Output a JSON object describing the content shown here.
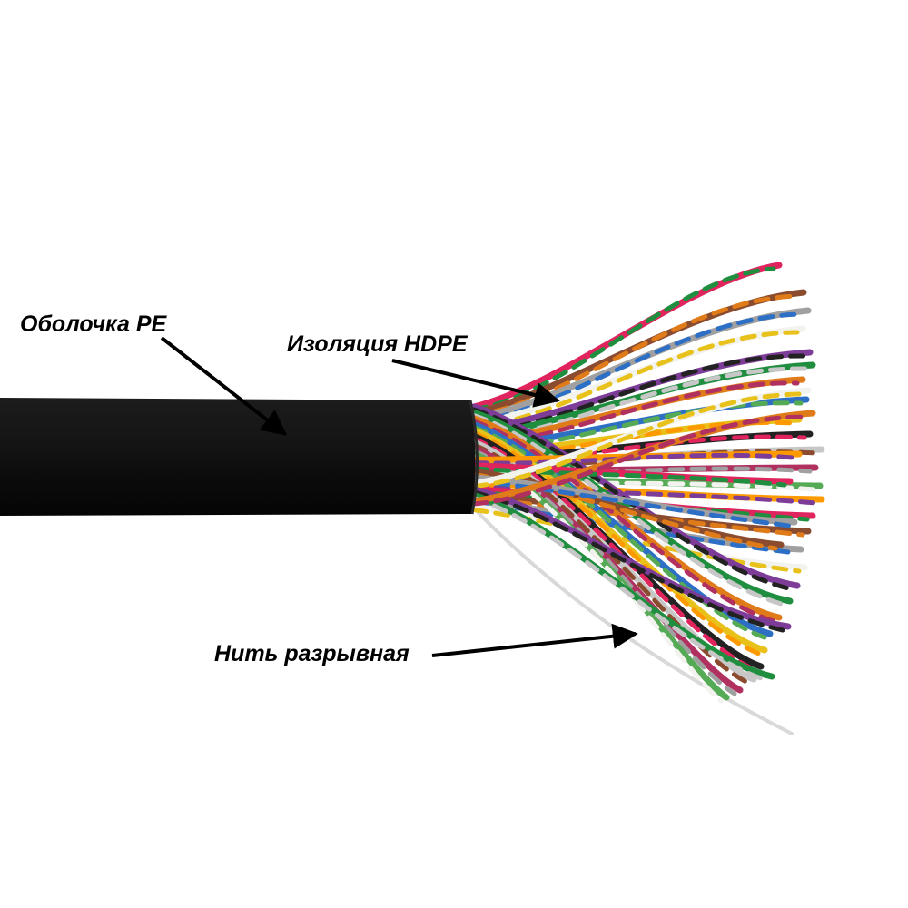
{
  "labels": {
    "sheath": "Оболочка PE",
    "insulation": "Изоляция HDPE",
    "ripcord": "Нить разрывная"
  },
  "colors": {
    "background": "#ffffff",
    "jacket": "#111111",
    "label_text": "#000000",
    "arrow": "#000000",
    "ripcord": "#e6e6e6",
    "wires": [
      "#e0245e",
      "#8a4b2e",
      "#a0a0a0",
      "#f2f2ee",
      "#7d3c98",
      "#1f8f3f",
      "#e07b1a",
      "#2c6fc4",
      "#e8c21a",
      "#222222",
      "#c7c7c7",
      "#b03060",
      "#55aa55",
      "#ff9900"
    ]
  }
}
